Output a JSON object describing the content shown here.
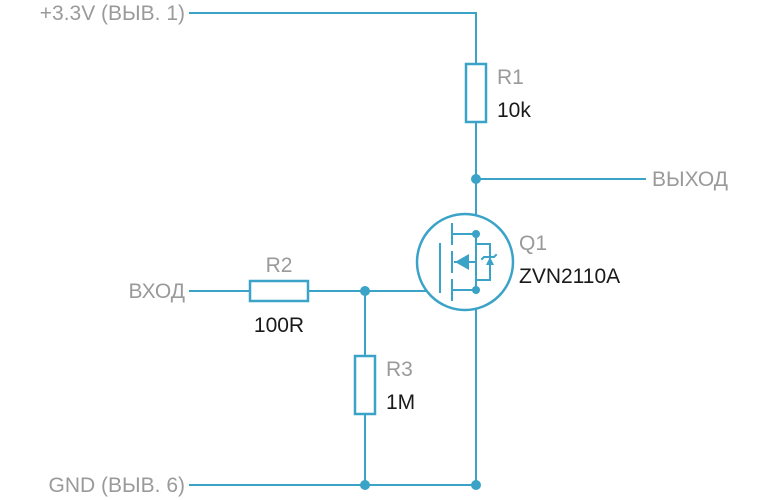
{
  "nets": {
    "supply": "+3.3V (ВЫВ. 1)",
    "ground": "GND (ВЫВ. 6)",
    "input": "ВХОД",
    "output": "ВЫХОД"
  },
  "components": {
    "r1": {
      "ref": "R1",
      "value": "10k"
    },
    "r2": {
      "ref": "R2",
      "value": "100R"
    },
    "r3": {
      "ref": "R3",
      "value": "1M"
    },
    "q1": {
      "ref": "Q1",
      "value": "ZVN2110A"
    }
  },
  "colors": {
    "wire": "#3aa3c7",
    "label": "#9a9a9a",
    "value": "#1a1a1a"
  }
}
